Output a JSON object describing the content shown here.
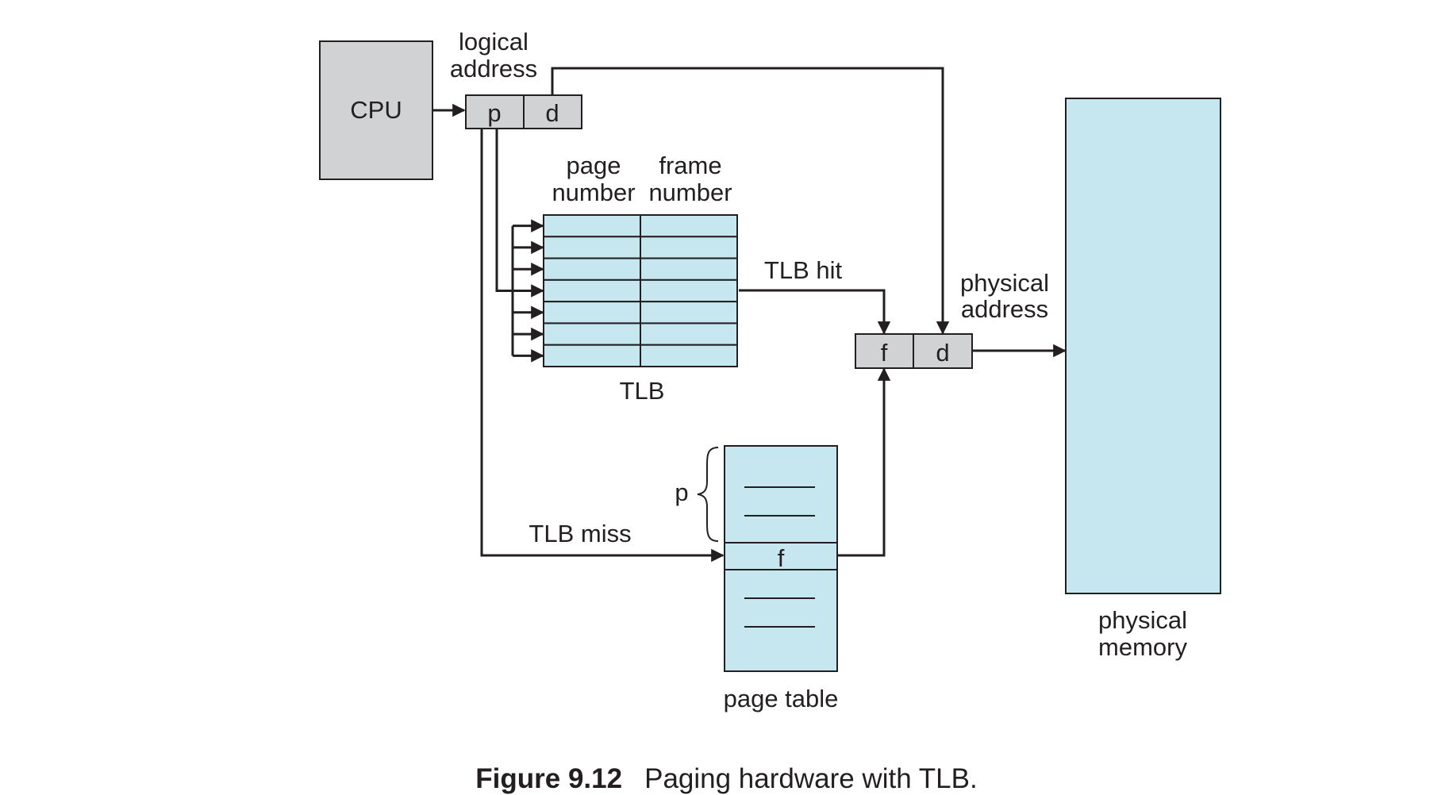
{
  "colors": {
    "cpu_fill": "#d1d2d4",
    "register_fill": "#d1d2d4",
    "table_fill": "#c6e6f0",
    "stroke": "#231f20"
  },
  "cpu": {
    "label": "CPU"
  },
  "logical_address": {
    "label_line1": "logical",
    "label_line2": "address",
    "field_p": "p",
    "field_d": "d"
  },
  "tlb": {
    "header_col1_line1": "page",
    "header_col1_line2": "number",
    "header_col2_line1": "frame",
    "header_col2_line2": "number",
    "label": "TLB",
    "rows": 7
  },
  "tlb_hit": {
    "label": "TLB hit"
  },
  "tlb_miss": {
    "label": "TLB miss"
  },
  "physical_address": {
    "label_line1": "physical",
    "label_line2": "address",
    "field_f": "f",
    "field_d": "d"
  },
  "page_table": {
    "brace_label": "p",
    "entry_label": "f",
    "label": "page table"
  },
  "physical_memory": {
    "label_line1": "physical",
    "label_line2": "memory"
  },
  "caption": {
    "figure_number": "Figure 9.12",
    "text": "Paging hardware with TLB."
  }
}
